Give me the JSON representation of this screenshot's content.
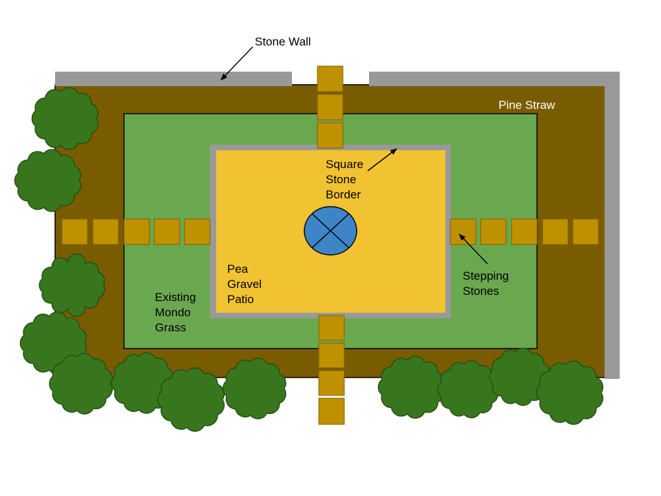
{
  "labels": {
    "stone_wall": "Stone Wall",
    "pine_straw": "Pine Straw",
    "square_stone_border": [
      "Square",
      "Stone",
      "Border"
    ],
    "pea_gravel_patio": [
      "Pea",
      "Gravel",
      "Patio"
    ],
    "stepping_stones": [
      "Stepping",
      "Stones"
    ],
    "existing_mondo_grass": [
      "Existing",
      "Mondo",
      "Grass"
    ]
  },
  "colors": {
    "pine_straw": "#7a5c00",
    "mondo_grass": "#6aa84f",
    "stone_border": "#999999",
    "patio": "#f1c232",
    "stepping_stone": "#bf9000",
    "stepping_stone_stroke": "#7f6000",
    "stone_wall": "#999999",
    "shrub_fill": "#38761d",
    "shrub_stroke": "#274e13",
    "fountain": "#3d85c6",
    "label_light": "#ffffff",
    "label_dark": "#000000"
  },
  "icons": {
    "fountain": "fountain-icon",
    "shrub": "shrub-icon"
  }
}
